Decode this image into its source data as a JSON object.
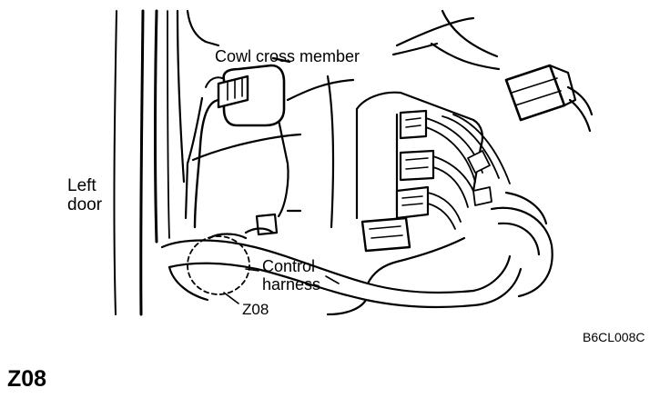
{
  "figure": {
    "labels": {
      "cowl_cross_member": "Cowl cross member",
      "left_door_line1": "Left",
      "left_door_line2": "door",
      "control_harness_line1": "Control",
      "control_harness_line2": "harness",
      "connector_small": "Z08",
      "figure_code": "B6CL008C"
    },
    "caption": "Z08"
  },
  "colors": {
    "ink": "#000000",
    "paper": "#ffffff"
  }
}
